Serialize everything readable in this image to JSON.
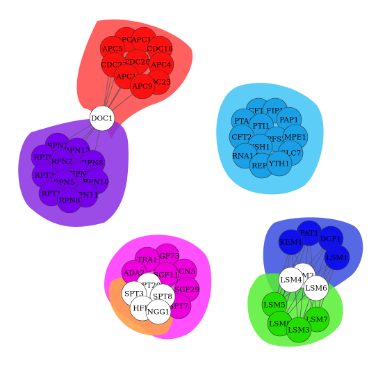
{
  "complexes": [
    {
      "id": "apc",
      "color": "#ff1010",
      "hull": "#f44",
      "nodes": [
        "APC2",
        "APC11",
        "APC5",
        "CDC16",
        "CDC26",
        "CDC27",
        "APC4",
        "APC1",
        "CDC23",
        "APC9"
      ]
    },
    {
      "id": "cpf",
      "color": "#19a0e6",
      "hull": "#3fc4f5",
      "nodes": [
        "CFT1",
        "FIP1",
        "PTA1",
        "PTI1",
        "PAP1",
        "CFT2",
        "PFS2",
        "MPE1",
        "YSH1",
        "RNA14",
        "GLC7",
        "REF2",
        "YTH1"
      ]
    },
    {
      "id": "proteasome",
      "color": "#7700ee",
      "hull": "#8a2be2",
      "nodes": [
        "RPN1",
        "RPN13",
        "RPT6",
        "RPN2",
        "RPN8",
        "RPN3",
        "RPT3",
        "RPN5",
        "RPN10",
        "RPT1",
        "RPN11",
        "RPN6"
      ]
    },
    {
      "id": "saga",
      "color": "#ee00dd",
      "hull": "#f3f",
      "nodes": [
        "SGF73",
        "TRA1",
        "ADA2",
        "GCN5",
        "SGF11",
        "SGF29",
        "SPT7"
      ]
    },
    {
      "id": "spt",
      "color": "#ffffff",
      "hull": "#ffa04a",
      "nodes": [
        "SPT20",
        "SPT3",
        "SPT8",
        "HFI1",
        "NGG1"
      ]
    },
    {
      "id": "lsm_top",
      "color": "#1010ee",
      "hull": "#3a4ee0",
      "nodes": [
        "PAT1",
        "KEM1",
        "DCP1",
        "LSM1"
      ]
    },
    {
      "id": "lsm_mid",
      "color": "#ffffff",
      "hull": "#3a4ee0",
      "nodes": [
        "LSM2",
        "LSM4",
        "LSM6"
      ]
    },
    {
      "id": "lsm_bot",
      "color": "#22dd00",
      "hull": "#55ee33",
      "nodes": [
        "LSM5",
        "LSM7",
        "LSM8",
        "LSM3"
      ]
    },
    {
      "id": "doc",
      "color": "#ffffff",
      "hull": "",
      "nodes": [
        "DOC1"
      ]
    }
  ],
  "edge_color": "#555555",
  "node_stroke": "#333333"
}
